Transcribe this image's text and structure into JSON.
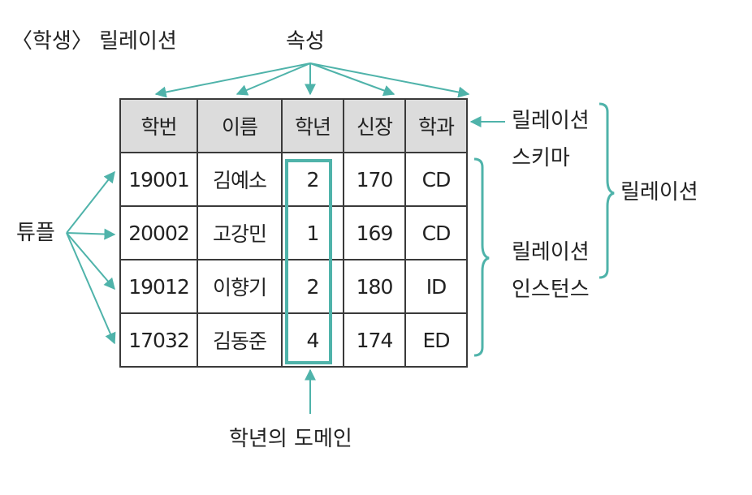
{
  "labels": {
    "relation_name": "〈학생〉 릴레이션",
    "attribute": "속성",
    "tuple": "튜플",
    "relation_schema_1": "릴레이션",
    "relation_schema_2": "스키마",
    "relation": "릴레이션",
    "relation_instance_1": "릴레이션",
    "relation_instance_2": "인스턴스",
    "domain": "학년의 도메인"
  },
  "table": {
    "headers": [
      "학번",
      "이름",
      "학년",
      "신장",
      "학과"
    ],
    "rows": [
      [
        "19001",
        "김예소",
        "2",
        "170",
        "CD"
      ],
      [
        "20002",
        "고강민",
        "1",
        "169",
        "CD"
      ],
      [
        "19012",
        "이향기",
        "2",
        "180",
        "ID"
      ],
      [
        "17032",
        "김동준",
        "4",
        "174",
        "ED"
      ]
    ]
  },
  "colors": {
    "accent": "#4fb3aa",
    "header_bg": "#dcdcdc",
    "border": "#3a3a3a"
  }
}
